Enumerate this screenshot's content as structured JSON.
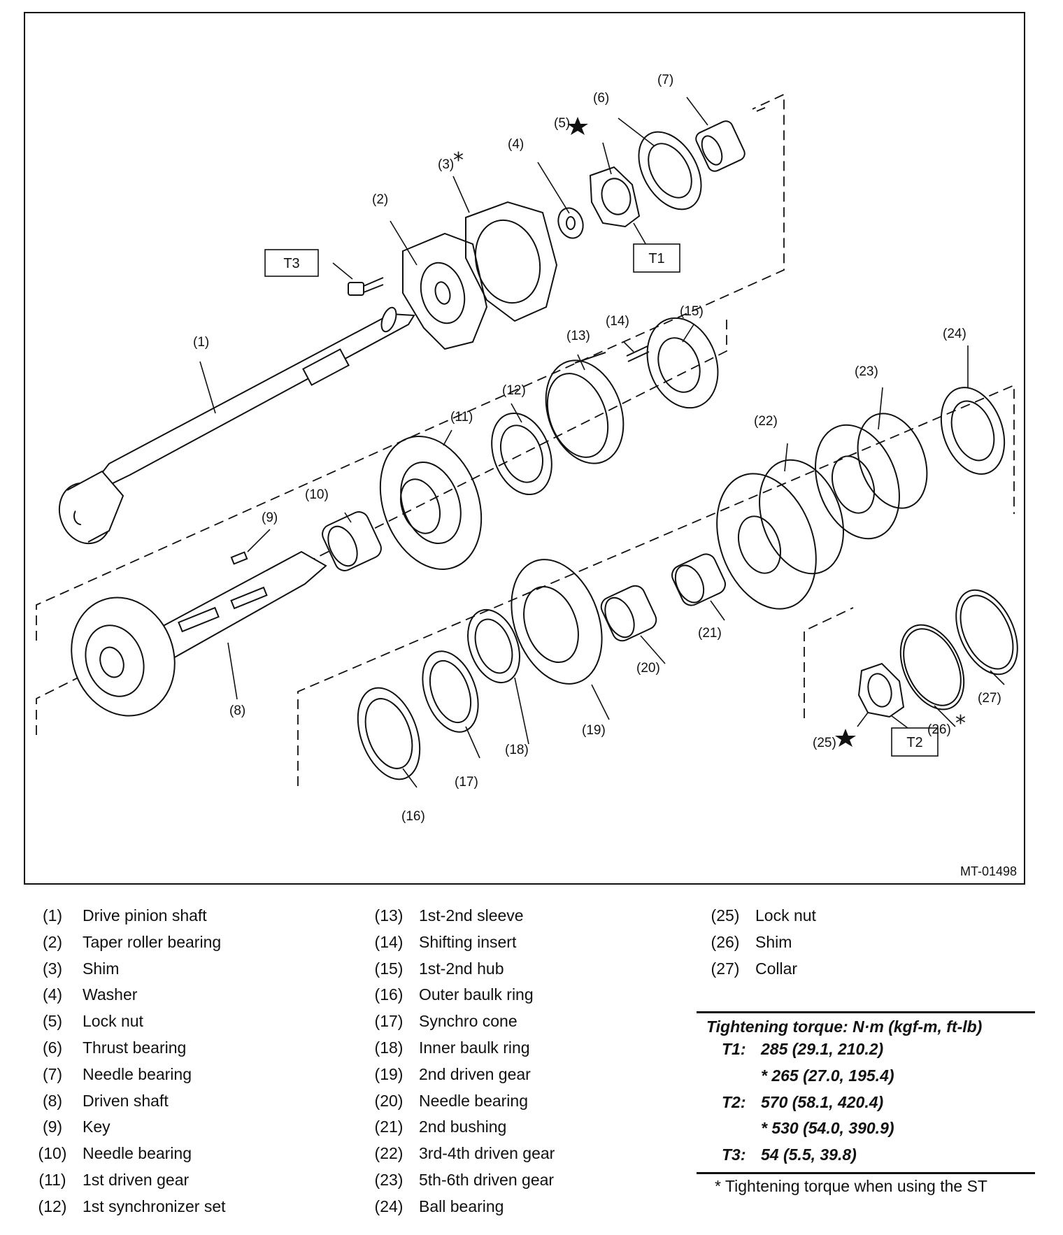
{
  "figure_code": "MT-01498",
  "callouts": [
    "(1)",
    "(2)",
    "(3)",
    "(4)",
    "(5)",
    "(6)",
    "(7)",
    "(8)",
    "(9)",
    "(10)",
    "(11)",
    "(12)",
    "(13)",
    "(14)",
    "(15)",
    "(16)",
    "(17)",
    "(18)",
    "(19)",
    "(20)",
    "(21)",
    "(22)",
    "(23)",
    "(24)",
    "(25)",
    "(26)",
    "(27)"
  ],
  "torque_boxes": {
    "t1": "T1",
    "t2": "T2",
    "t3": "T3"
  },
  "legend": {
    "col1": [
      {
        "num": "(1)",
        "name": "Drive pinion shaft"
      },
      {
        "num": "(2)",
        "name": "Taper roller bearing"
      },
      {
        "num": "(3)",
        "name": "Shim"
      },
      {
        "num": "(4)",
        "name": "Washer"
      },
      {
        "num": "(5)",
        "name": "Lock nut"
      },
      {
        "num": "(6)",
        "name": "Thrust bearing"
      },
      {
        "num": "(7)",
        "name": "Needle bearing"
      },
      {
        "num": "(8)",
        "name": "Driven shaft"
      },
      {
        "num": "(9)",
        "name": "Key"
      },
      {
        "num": "(10)",
        "name": "Needle bearing"
      },
      {
        "num": "(11)",
        "name": "1st driven gear"
      },
      {
        "num": "(12)",
        "name": "1st synchronizer set"
      }
    ],
    "col2": [
      {
        "num": "(13)",
        "name": "1st-2nd sleeve"
      },
      {
        "num": "(14)",
        "name": "Shifting insert"
      },
      {
        "num": "(15)",
        "name": "1st-2nd hub"
      },
      {
        "num": "(16)",
        "name": "Outer baulk ring"
      },
      {
        "num": "(17)",
        "name": "Synchro cone"
      },
      {
        "num": "(18)",
        "name": "Inner baulk ring"
      },
      {
        "num": "(19)",
        "name": "2nd driven gear"
      },
      {
        "num": "(20)",
        "name": "Needle bearing"
      },
      {
        "num": "(21)",
        "name": "2nd bushing"
      },
      {
        "num": "(22)",
        "name": "3rd-4th driven gear"
      },
      {
        "num": "(23)",
        "name": "5th-6th driven gear"
      },
      {
        "num": "(24)",
        "name": "Ball bearing"
      }
    ],
    "col3": [
      {
        "num": "(25)",
        "name": "Lock nut"
      },
      {
        "num": "(26)",
        "name": "Shim"
      },
      {
        "num": "(27)",
        "name": "Collar"
      }
    ]
  },
  "torque": {
    "title": "Tightening torque: N·m (kgf-m, ft-lb)",
    "rows": [
      {
        "key": "T1:",
        "value": "285 (29.1, 210.2)"
      },
      {
        "key": "",
        "value": "* 265 (27.0, 195.4)"
      },
      {
        "key": "T2:",
        "value": "570 (58.1, 420.4)"
      },
      {
        "key": "",
        "value": "* 530 (54.0, 390.9)"
      },
      {
        "key": "T3:",
        "value": "54 (5.5, 39.8)"
      }
    ],
    "note": "* Tightening torque when using the ST"
  }
}
